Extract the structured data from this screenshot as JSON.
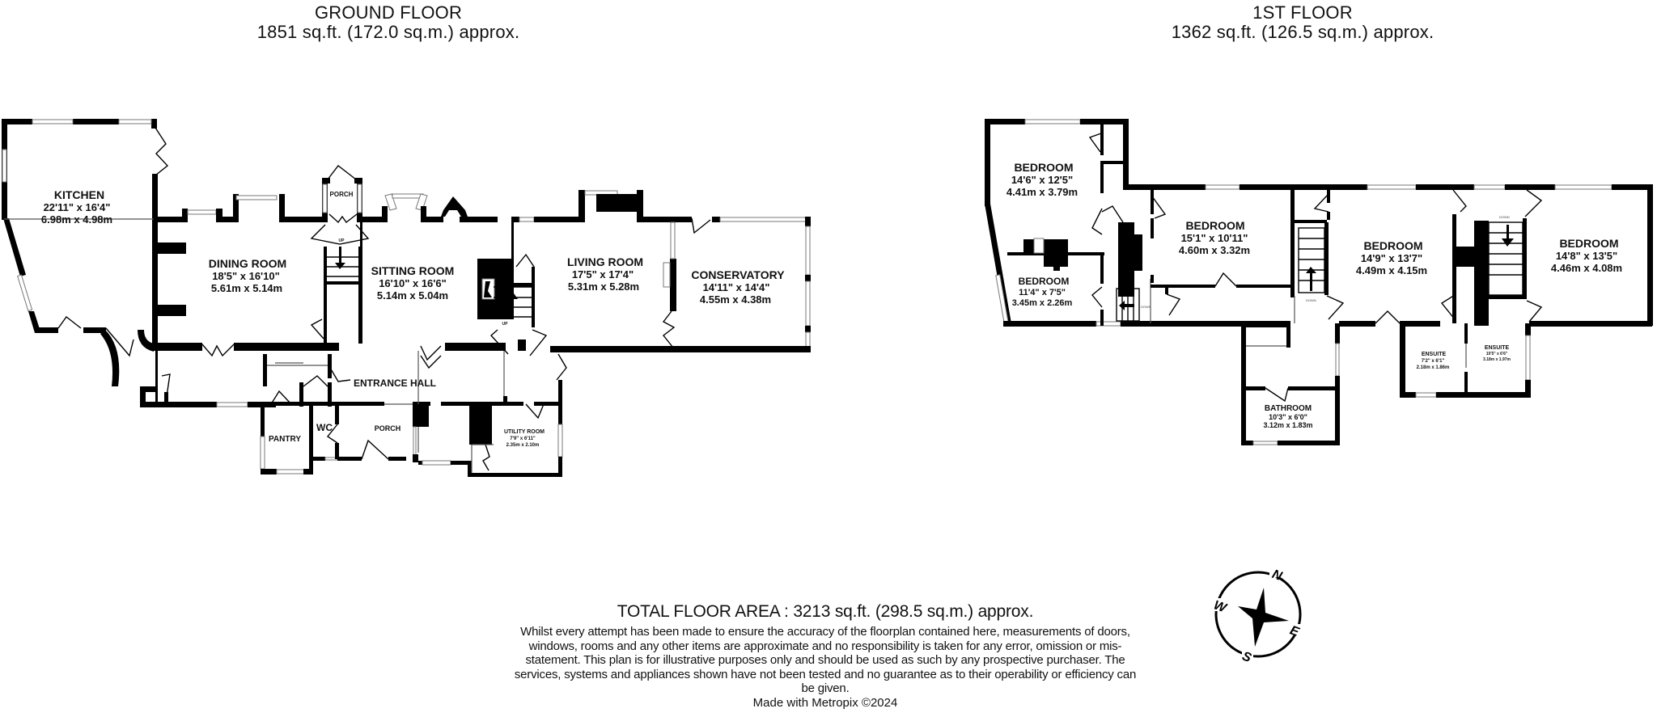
{
  "ground_floor": {
    "title": "GROUND FLOOR",
    "area": "1851 sq.ft. (172.0 sq.m.) approx.",
    "rooms": [
      {
        "name": "KITCHEN",
        "imperial": "22'11\"  x 16'4\"",
        "metric": "6.98m  x 4.98m"
      },
      {
        "name": "DINING ROOM",
        "imperial": "18'5\"  x 16'10\"",
        "metric": "5.61m  x 5.14m"
      },
      {
        "name": "PORCH",
        "imperial": "",
        "metric": ""
      },
      {
        "name": "SITTING ROOM",
        "imperial": "16'10\"  x 16'6\"",
        "metric": "5.14m  x 5.04m"
      },
      {
        "name": "LIVING ROOM",
        "imperial": "17'5\"  x 17'4\"",
        "metric": "5.31m  x 5.28m"
      },
      {
        "name": "CONSERVATORY",
        "imperial": "14'11\"  x 14'4\"",
        "metric": "4.55m  x 4.38m"
      },
      {
        "name": "ENTRANCE HALL",
        "imperial": "",
        "metric": ""
      },
      {
        "name": "PANTRY",
        "imperial": "",
        "metric": ""
      },
      {
        "name": "WC",
        "imperial": "",
        "metric": ""
      },
      {
        "name": "PORCH",
        "imperial": "",
        "metric": ""
      },
      {
        "name": "UTILITY ROOM",
        "imperial": "7'9\"  x 6'11\"",
        "metric": "2.35m  x 2.10m"
      }
    ],
    "stair_labels": [
      "UP",
      "UP"
    ]
  },
  "first_floor": {
    "title": "1ST FLOOR",
    "area": "1362 sq.ft. (126.5 sq.m.) approx.",
    "rooms": [
      {
        "name": "BEDROOM",
        "imperial": "14'6\"  x 12'5\"",
        "metric": "4.41m  x 3.79m"
      },
      {
        "name": "BEDROOM",
        "imperial": "11'4\"  x 7'5\"",
        "metric": "3.45m  x 2.26m"
      },
      {
        "name": "BEDROOM",
        "imperial": "15'1\"  x 10'11\"",
        "metric": "4.60m  x 3.32m"
      },
      {
        "name": "BEDROOM",
        "imperial": "14'9\"  x 13'7\"",
        "metric": "4.49m  x 4.15m"
      },
      {
        "name": "BEDROOM",
        "imperial": "14'8\"  x 13'5\"",
        "metric": "4.46m  x 4.08m"
      },
      {
        "name": "BATHROOM",
        "imperial": "10'3\"  x 6'0\"",
        "metric": "3.12m  x 1.83m"
      },
      {
        "name": "ENSUITE",
        "imperial": "7'2\"  x 6'1\"",
        "metric": "2.18m  x 1.86m"
      },
      {
        "name": "ENSUITE",
        "imperial": "10'5\"  x 6'6\"",
        "metric": "3.18m  x 1.97m"
      }
    ],
    "stair_labels": [
      "DOWN",
      "DOWN",
      "DOWN"
    ]
  },
  "compass": {
    "n": "N",
    "e": "E",
    "s": "S",
    "w": "W"
  },
  "footer": {
    "total": "TOTAL FLOOR AREA : 3213 sq.ft. (298.5 sq.m.) approx.",
    "disclaimer": "Whilst every attempt has been made to ensure the accuracy of the floorplan contained here, measurements of doors, windows, rooms and any other items are approximate and no responsibility is taken for any error, omission or mis-statement. This plan is for illustrative purposes only and should be used as such by any prospective purchaser. The services, systems and appliances shown have not been tested and no guarantee as to their operability or efficiency can be given.",
    "made_with": "Made with Metropix ©2024"
  }
}
